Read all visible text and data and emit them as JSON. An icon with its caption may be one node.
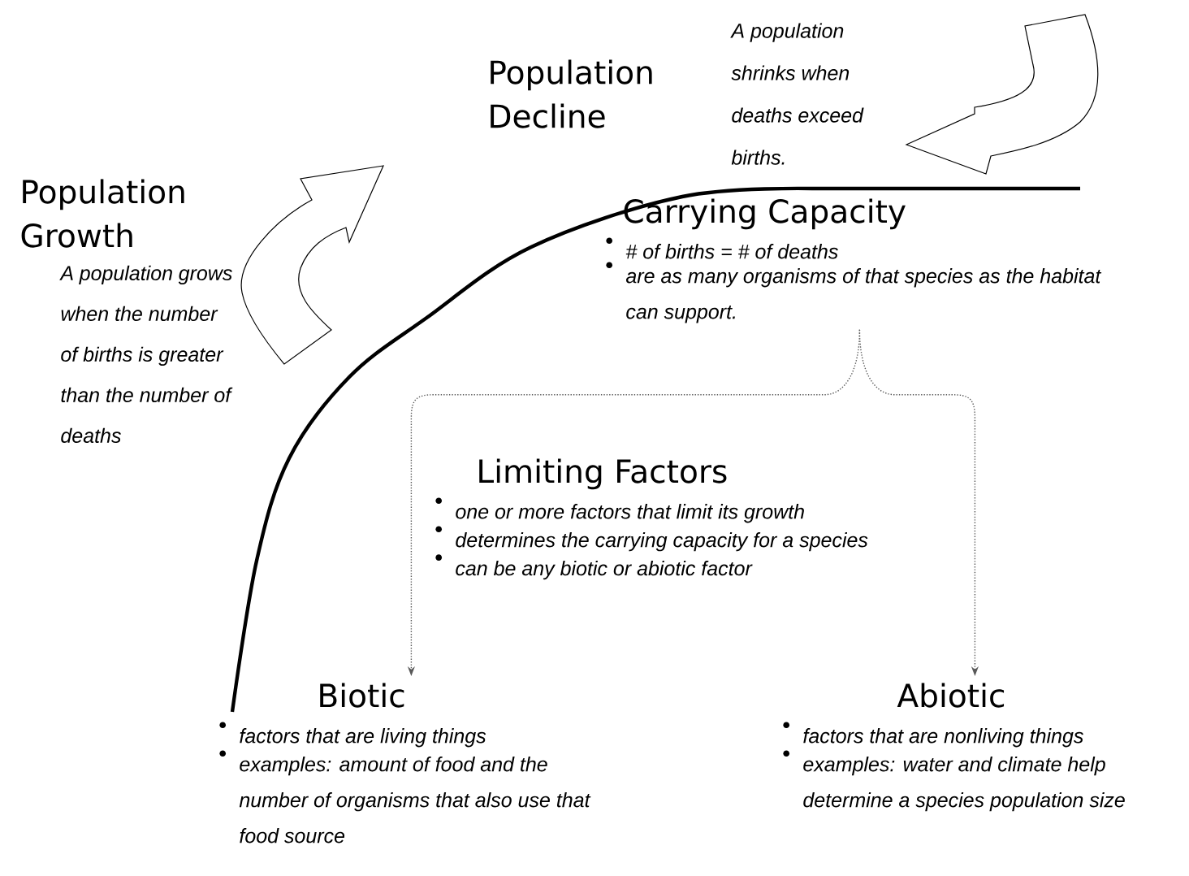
{
  "diagram": {
    "nodes": [
      {
        "text": [
          "Population Growth",
          "A population grows when the number of births is greater than the number of deaths"
        ]
      },
      {
        "text": [
          "Population Decline",
          "A population shrinks when deaths exceed births."
        ]
      },
      {
        "text": [
          "Carrying Capacity",
          "# of births = # of deaths",
          "are as many organisms of that species as the habitat can support."
        ]
      },
      {
        "text": [
          "Limiting Factors",
          "one or more factors that limit its growth",
          "determines the carrying capacity for a species",
          "can be any biotic or abiotic factor"
        ]
      },
      {
        "text": [
          "Biotic",
          "factors that are living things",
          "examples: amount of food and the number of organisms that also use that food source"
        ]
      },
      {
        "text": [
          "Abiotic",
          "factors that are nonliving things",
          "examples: water and climate help determine a species population size"
        ]
      }
    ],
    "edges": [
      {
        "from": 2,
        "to": 4,
        "arrow": "to",
        "style": "dashed"
      },
      {
        "from": 2,
        "to": 5,
        "arrow": "to",
        "style": "dashed"
      }
    ]
  }
}
